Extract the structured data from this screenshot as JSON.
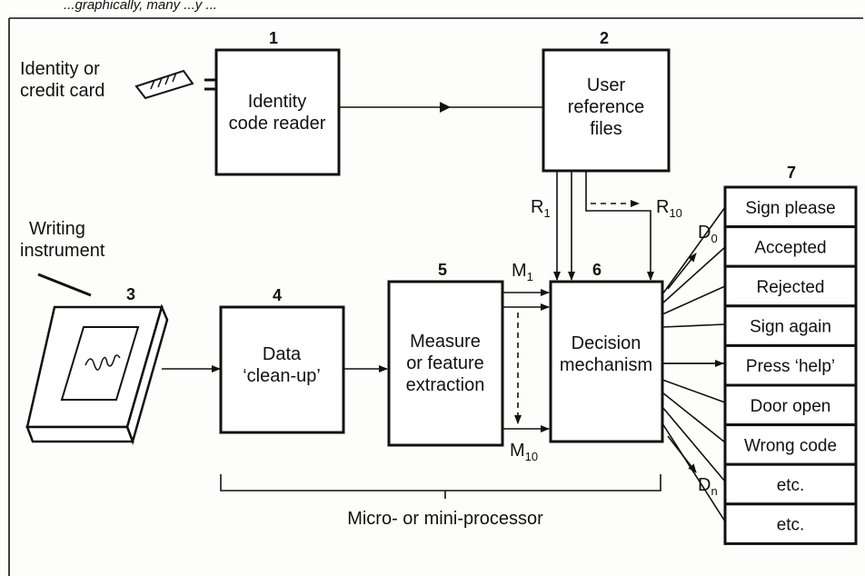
{
  "header_fragment": "...graphically, many ...y ...",
  "blocks": {
    "b1": {
      "number": "1",
      "lines": [
        "Identity",
        "code reader"
      ]
    },
    "b2": {
      "number": "2",
      "lines": [
        "User",
        "reference",
        "files"
      ]
    },
    "b3": {
      "number": "3"
    },
    "b4": {
      "number": "4",
      "lines": [
        "Data",
        "‘clean-up’"
      ]
    },
    "b5": {
      "number": "5",
      "lines": [
        "Measure",
        "or feature",
        "extraction"
      ]
    },
    "b6": {
      "number": "6",
      "lines": [
        "Decision",
        "mechanism"
      ]
    },
    "b7": {
      "number": "7"
    }
  },
  "card_label": [
    "Identity or",
    "credit card"
  ],
  "writing_label": [
    "Writing",
    "instrument"
  ],
  "signals": {
    "r1": {
      "main": "R",
      "sub": "1"
    },
    "r10": {
      "main": "R",
      "sub": "10"
    },
    "m1": {
      "main": "M",
      "sub": "1"
    },
    "m10": {
      "main": "M",
      "sub": "10"
    },
    "d0": {
      "main": "D",
      "sub": "0"
    },
    "dn": {
      "main": "D",
      "sub": "n"
    }
  },
  "outputs": [
    "Sign please",
    "Accepted",
    "Rejected",
    "Sign again",
    "Press ‘help’",
    "Door open",
    "Wrong code",
    "etc.",
    "etc."
  ],
  "processor_label": "Micro- or mini-processor"
}
